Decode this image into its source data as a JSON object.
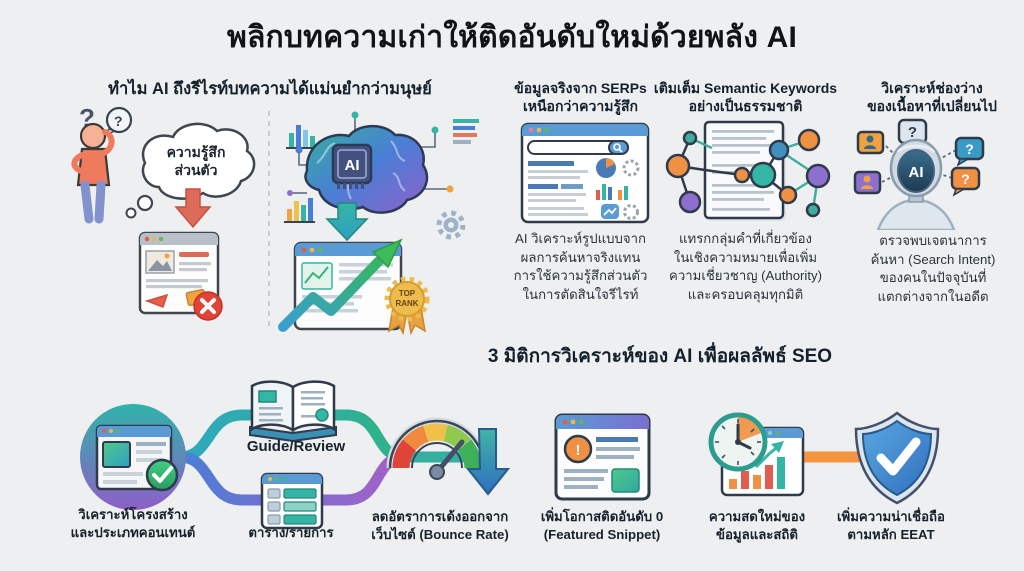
{
  "title": "พลิกบทความเก่าให้ติดอันดับใหม่ด้วยพลัง AI",
  "why_section": {
    "heading": "ทำไม AI ถึงรีไรท์บทความได้แม่นยำกว่ามนุษย์",
    "cloud_line1": "ความรู้สึก",
    "cloud_line2": "ส่วนตัว",
    "chip_label": "AI",
    "badge_line1": "TOP",
    "badge_line2": "RANK"
  },
  "columns": [
    {
      "heading": "ข้อมูลจริงจาก SERPs\nเหนือกว่าความรู้สึก",
      "body": "AI วิเคราะห์รูปแบบจาก\nผลการค้นหาจริงแทน\nการใช้ความรู้สึกส่วนตัว\nในการตัดสินใจรีไรท์"
    },
    {
      "heading": "เติมเต็ม Semantic Keywords\nอย่างเป็นธรรมชาติ",
      "body": "แทรกกลุ่มคำที่เกี่ยวข้อง\nในเชิงความหมายเพื่อเพิ่ม\nความเชี่ยวชาญ (Authority)\nและครอบคลุมทุกมิติ"
    },
    {
      "heading": "วิเคราะห์ช่องว่าง\nของเนื้อหาที่เปลี่ยนไป",
      "body": "ตรวจพบเจตนาการ\nค้นหา (Search Intent)\nของคนในปัจจุบันที่\nแตกต่างจากในอดีต"
    }
  ],
  "dimensions_section": {
    "heading": "3 มิติการวิเคราะห์ของ AI เพื่อผลลัพธ์ SEO"
  },
  "flow": {
    "labels": [
      {
        "text": "วิเคราะห์โครงสร้าง\nและประเภทคอนเทนต์"
      },
      {
        "text": "Guide/Review"
      },
      {
        "text": "ตาราง/รายการ"
      },
      {
        "text": "ลดอัตราการเด้งออกจาก\nเว็บไซต์ (Bounce Rate)"
      },
      {
        "text": "เพิ่มโอกาสติดอันดับ 0\n(Featured Snippet)"
      },
      {
        "text": "ความสดใหม่ของ\nข้อมูลและสถิติ"
      },
      {
        "text": "เพิ่มความน่าเชื่อถือ\nตามหลัก EEAT"
      }
    ]
  },
  "glyphs": {
    "question": "?",
    "exclamation": "!",
    "robot_face": "AI"
  },
  "colors": {
    "accent_teal": "#2fb3a3",
    "accent_purple": "#8e5fc8",
    "accent_orange": "#f5953f",
    "alert_red": "#e04438",
    "success_green": "#35b573",
    "browser_blue": "#5b9bd5",
    "shield_blue": "#3a7bd5",
    "badge_gold": "#ecbc4e"
  }
}
